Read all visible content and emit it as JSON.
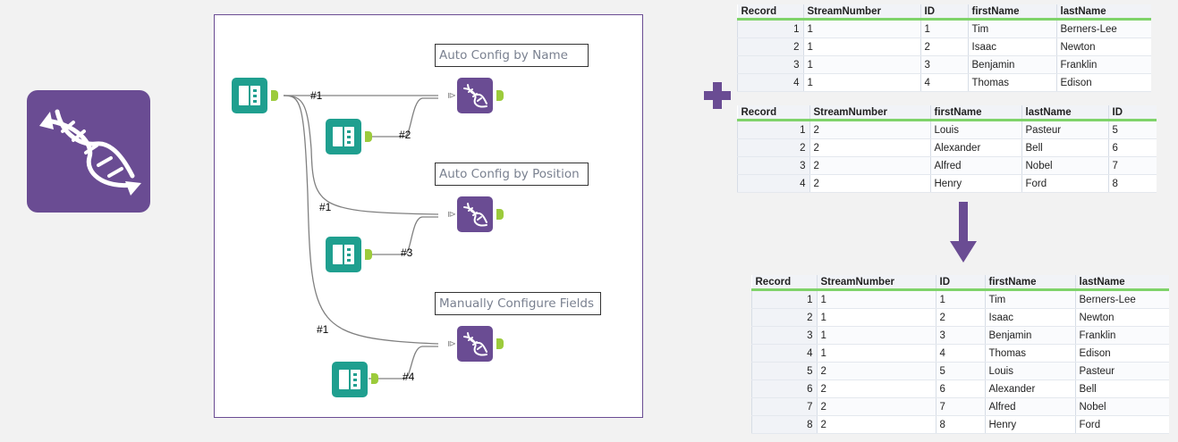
{
  "icons": {
    "main": "dna-union-icon",
    "input": "book-input-icon",
    "union": "dna-union-icon",
    "plus": "plus-icon",
    "arrow": "arrow-down-icon"
  },
  "colors": {
    "union_tool": "#6a4c93",
    "input_tool": "#1f9f8f",
    "anchor": "#9ccb3b",
    "header_underline": "#7fd36a",
    "canvas_border": "#6a4c93"
  },
  "workflow": {
    "annotations": [
      "Auto Config by Name",
      "Auto Config by Position",
      "Manually Configure Fields"
    ],
    "connection_labels": [
      "#1",
      "#2",
      "#1",
      "#3",
      "#1",
      "#4"
    ]
  },
  "table_in1": {
    "headers": [
      "Record",
      "StreamNumber",
      "ID",
      "firstName",
      "lastName"
    ],
    "rows": [
      [
        "1",
        "1",
        "1",
        "Tim",
        "Berners-Lee"
      ],
      [
        "2",
        "1",
        "2",
        "Isaac",
        "Newton"
      ],
      [
        "3",
        "1",
        "3",
        "Benjamin",
        "Franklin"
      ],
      [
        "4",
        "1",
        "4",
        "Thomas",
        "Edison"
      ]
    ]
  },
  "table_in2": {
    "headers": [
      "Record",
      "StreamNumber",
      "firstName",
      "lastName",
      "ID"
    ],
    "rows": [
      [
        "1",
        "2",
        "Louis",
        "Pasteur",
        "5"
      ],
      [
        "2",
        "2",
        "Alexander",
        "Bell",
        "6"
      ],
      [
        "3",
        "2",
        "Alfred",
        "Nobel",
        "7"
      ],
      [
        "4",
        "2",
        "Henry",
        "Ford",
        "8"
      ]
    ]
  },
  "table_out": {
    "headers": [
      "Record",
      "StreamNumber",
      "ID",
      "firstName",
      "lastName"
    ],
    "rows": [
      [
        "1",
        "1",
        "1",
        "Tim",
        "Berners-Lee"
      ],
      [
        "2",
        "1",
        "2",
        "Isaac",
        "Newton"
      ],
      [
        "3",
        "1",
        "3",
        "Benjamin",
        "Franklin"
      ],
      [
        "4",
        "1",
        "4",
        "Thomas",
        "Edison"
      ],
      [
        "5",
        "2",
        "5",
        "Louis",
        "Pasteur"
      ],
      [
        "6",
        "2",
        "6",
        "Alexander",
        "Bell"
      ],
      [
        "7",
        "2",
        "7",
        "Alfred",
        "Nobel"
      ],
      [
        "8",
        "2",
        "8",
        "Henry",
        "Ford"
      ]
    ]
  }
}
